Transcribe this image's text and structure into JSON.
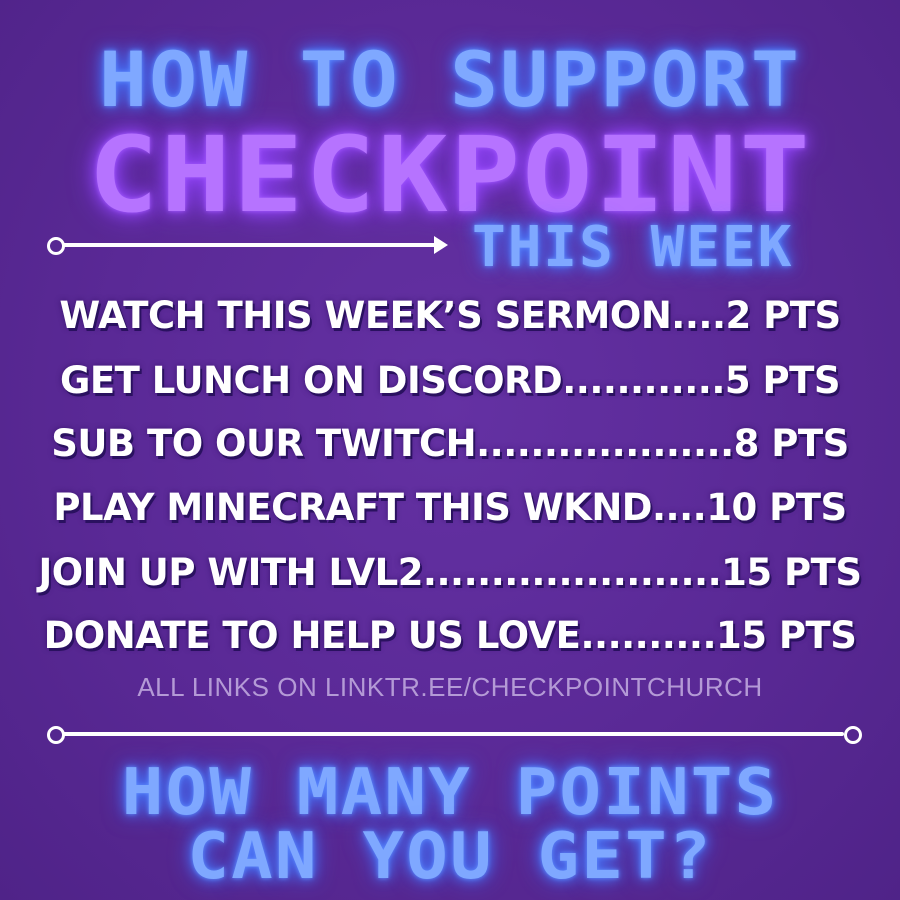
{
  "poster": {
    "headline_top": "HOW TO SUPPORT",
    "headline_main": "CHECKPOINT",
    "subheadline": "THIS WEEK",
    "items": [
      {
        "text": "WATCH THIS WEEK’S SERMON....2 PTS",
        "action": "WATCH THIS WEEK’S SERMON",
        "points": "2 PTS"
      },
      {
        "text": "GET LUNCH ON DISCORD............5 PTS",
        "action": "GET LUNCH ON DISCORD",
        "points": "5 PTS"
      },
      {
        "text": "SUB TO OUR TWITCH...................8 PTS",
        "action": "SUB TO OUR TWITCH",
        "points": "8 PTS"
      },
      {
        "text": "PLAY MINECRAFT THIS WKND....10 PTS",
        "action": "PLAY MINECRAFT THIS WKND",
        "points": "10 PTS"
      },
      {
        "text": "JOIN UP WITH LVL2......................15 PTS",
        "action": "JOIN UP WITH LVL2",
        "points": "15 PTS"
      },
      {
        "text": "DONATE TO HELP US LOVE..........15 PTS",
        "action": "DONATE TO HELP US LOVE",
        "points": "15 PTS"
      }
    ],
    "links_note": "ALL LINKS ON LINKTR.EE/CHECKPOINTCHURCH",
    "closing_line_1": "HOW MANY POINTS",
    "closing_line_2": "CAN YOU GET?"
  },
  "colors": {
    "background": "#5b2a97",
    "neon_blue": "#7fa8ff",
    "neon_purple": "#b673ff",
    "item_text": "#ffffff",
    "links_text": "#b49ad6"
  }
}
